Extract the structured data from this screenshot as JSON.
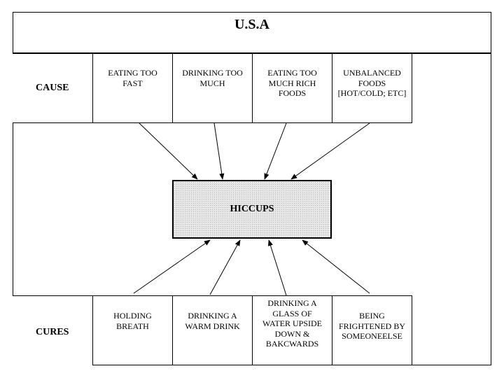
{
  "title": "U.S.A",
  "center": {
    "label": "HICCUPS"
  },
  "cause": {
    "label": "CAUSE",
    "items": [
      "EATING TOO\nFAST",
      "DRINKING TOO\nMUCH",
      "EATING TOO\nMUCH RICH\nFOODS",
      "UNBALANCED\nFOODS\n[HOT/COLD; ETC]"
    ]
  },
  "cures": {
    "label": "CURES",
    "items": [
      "HOLDING\nBREATH",
      "DRINKING A\nWARM DRINK",
      "DRINKING A\nGLASS OF\nWATER UPSIDE\nDOWN &\nBAKCWARDS",
      "BEING\nFRIGHTENED BY\nSOMEONEELSE"
    ]
  }
}
